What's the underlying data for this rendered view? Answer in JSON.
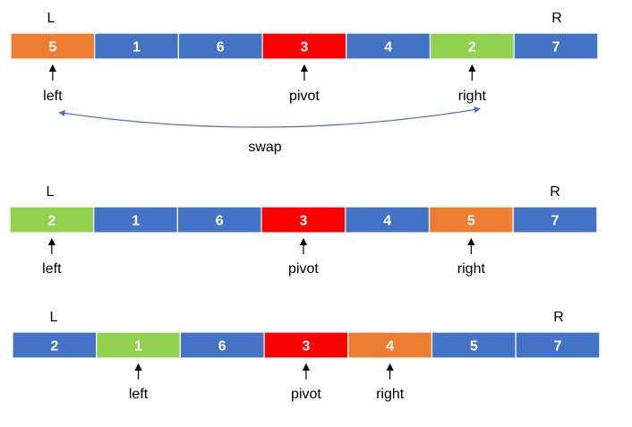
{
  "colors": {
    "default": "#4472c4",
    "pivot": "#ff0000",
    "left": "#ed7d31",
    "right": "#92d050",
    "cell_text": "#ffffff",
    "swap_arrow": "#4472c4"
  },
  "rows": [
    {
      "end_left": "L",
      "end_right": "R",
      "cells": [
        {
          "value": "5",
          "color": "#ed7d31"
        },
        {
          "value": "1",
          "color": "#4472c4"
        },
        {
          "value": "6",
          "color": "#4472c4"
        },
        {
          "value": "3",
          "color": "#ff0000"
        },
        {
          "value": "4",
          "color": "#4472c4"
        },
        {
          "value": "2",
          "color": "#92d050"
        },
        {
          "value": "7",
          "color": "#4472c4"
        }
      ],
      "pointers": [
        {
          "label": "left",
          "index": 0
        },
        {
          "label": "pivot",
          "index": 3
        },
        {
          "label": "right",
          "index": 5
        }
      ],
      "swap": {
        "label": "swap",
        "from_index": 0,
        "to_index": 5
      }
    },
    {
      "end_left": "L",
      "end_right": "R",
      "cells": [
        {
          "value": "2",
          "color": "#92d050"
        },
        {
          "value": "1",
          "color": "#4472c4"
        },
        {
          "value": "6",
          "color": "#4472c4"
        },
        {
          "value": "3",
          "color": "#ff0000"
        },
        {
          "value": "4",
          "color": "#4472c4"
        },
        {
          "value": "5",
          "color": "#ed7d31"
        },
        {
          "value": "7",
          "color": "#4472c4"
        }
      ],
      "pointers": [
        {
          "label": "left",
          "index": 0
        },
        {
          "label": "pivot",
          "index": 3
        },
        {
          "label": "right",
          "index": 5
        }
      ]
    },
    {
      "end_left": "L",
      "end_right": "R",
      "cells": [
        {
          "value": "2",
          "color": "#4472c4"
        },
        {
          "value": "1",
          "color": "#92d050"
        },
        {
          "value": "6",
          "color": "#4472c4"
        },
        {
          "value": "3",
          "color": "#ff0000"
        },
        {
          "value": "4",
          "color": "#ed7d31"
        },
        {
          "value": "5",
          "color": "#4472c4"
        },
        {
          "value": "7",
          "color": "#4472c4"
        }
      ],
      "pointers": [
        {
          "label": "left",
          "index": 1
        },
        {
          "label": "pivot",
          "index": 3
        },
        {
          "label": "right",
          "index": 4
        }
      ]
    }
  ]
}
